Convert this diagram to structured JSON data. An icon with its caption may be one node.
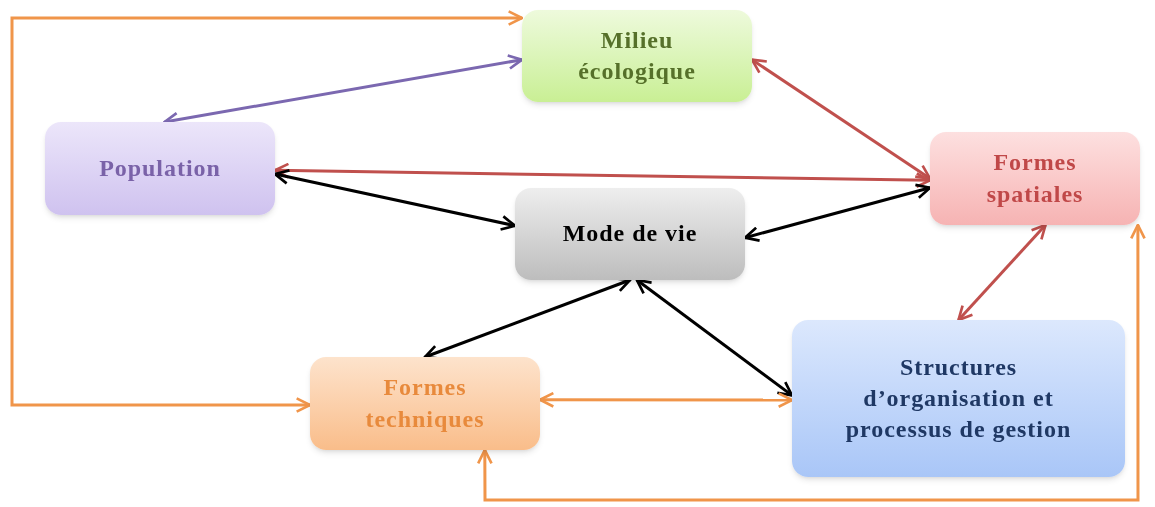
{
  "diagram": {
    "nodes": [
      {
        "text": [
          "Milieu écologique"
        ]
      },
      {
        "text": [
          "Population"
        ]
      },
      {
        "text": [
          "Formes spatiales"
        ]
      },
      {
        "text": [
          "Mode de vie"
        ]
      },
      {
        "text": [
          "Formes techniques"
        ]
      },
      {
        "text": [
          "Structures d’organisation et processus de gestion"
        ]
      }
    ],
    "edges": [
      {
        "from": 4,
        "to": 0,
        "arrow": "both",
        "color": "#f0954a"
      },
      {
        "from": 1,
        "to": 0,
        "arrow": "both",
        "color": "#7b68b0"
      },
      {
        "from": 0,
        "to": 2,
        "arrow": "both",
        "color": "#c0504d"
      },
      {
        "from": 1,
        "to": 2,
        "arrow": "both",
        "color": "#c0504d"
      },
      {
        "from": 1,
        "to": 3,
        "arrow": "both"
      },
      {
        "from": 2,
        "to": 3,
        "arrow": "both"
      },
      {
        "from": 2,
        "to": 5,
        "arrow": "both",
        "color": "#c0504d"
      },
      {
        "from": 3,
        "to": 4,
        "arrow": "both"
      },
      {
        "from": 3,
        "to": 5,
        "arrow": "both"
      },
      {
        "from": 4,
        "to": 5,
        "arrow": "both",
        "color": "#f0954a"
      },
      {
        "from": 4,
        "to": 2,
        "arrow": "both",
        "color": "#f0954a"
      }
    ]
  }
}
